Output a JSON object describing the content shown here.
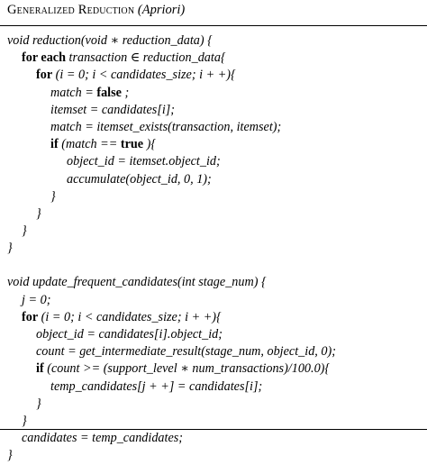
{
  "caption": {
    "title": "Generalized Reduction",
    "subtitle": "(Apriori)"
  },
  "code": {
    "reduction": [
      "void reduction(void ∗ reduction_data) {",
      "for each transaction ∈ reduction_data{",
      "for (i = 0; i < candidates_size; i + +){",
      "match = false ;",
      "itemset = candidates[i];",
      "match = itemset_exists(transaction, itemset);",
      "if (match == true ){",
      "object_id = itemset.object_id;",
      "accumulate(object_id, 0, 1);",
      "}",
      "}",
      "}",
      "}"
    ],
    "update": [
      "void update_frequent_candidates(int stage_num) {",
      "j = 0;",
      "for (i = 0; i < candidates_size; i + +){",
      "object_id = candidates[i].object_id;",
      "count = get_intermediate_result(stage_num, object_id, 0);",
      "if (count >= (support_level ∗ num_transactions)/100.0){",
      "temp_candidates[j + +] = candidates[i];",
      "}",
      "}",
      "candidates = temp_candidates;",
      "}"
    ]
  }
}
